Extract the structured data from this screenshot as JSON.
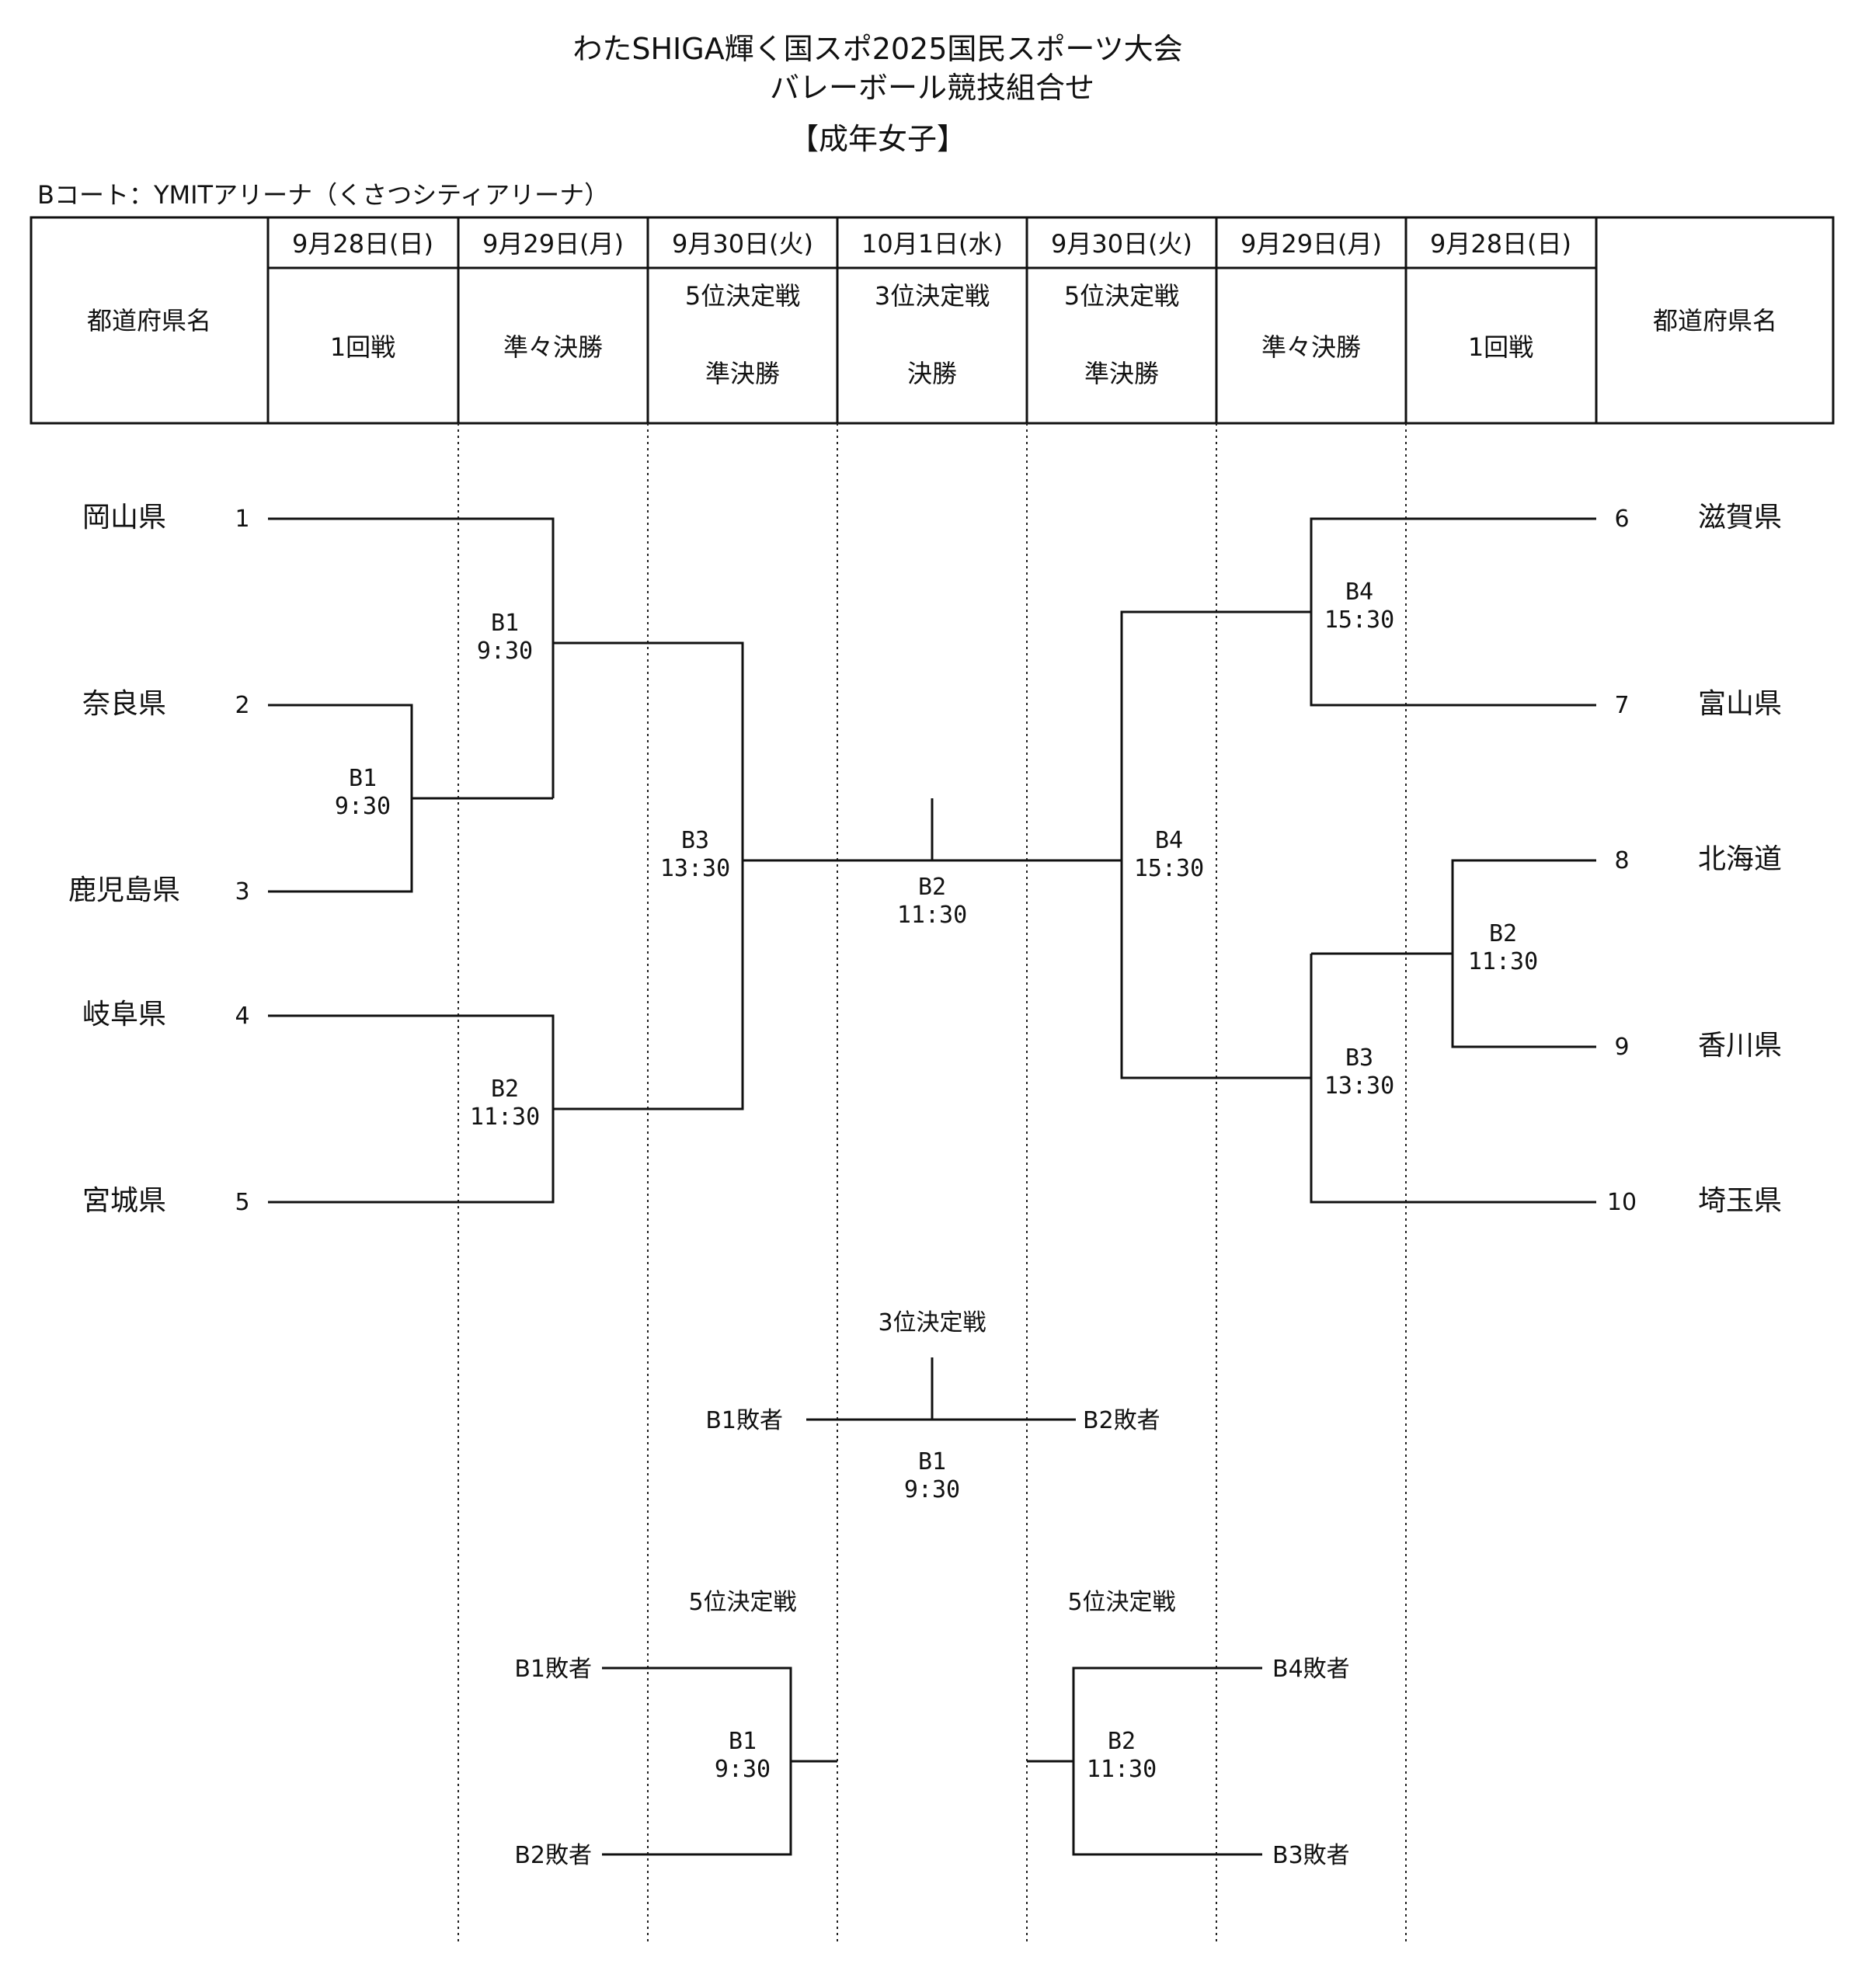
{
  "title": {
    "line1": "わたSHIGA輝く国スポ2025国民スポーツ大会",
    "line2": "バレーボール競技組合せ",
    "category": "【成年女子】",
    "court": "Bコート：YMITアリーナ（くさつシティアリーナ）"
  },
  "header": {
    "pref_label": "都道府県名",
    "columns": [
      {
        "date": "9月28日(日)",
        "round": [
          "1回戦"
        ]
      },
      {
        "date": "9月29日(月)",
        "round": [
          "準々決勝"
        ]
      },
      {
        "date": "9月30日(火)",
        "round": [
          "5位決定戦",
          "準決勝"
        ]
      },
      {
        "date": "10月1日(水)",
        "round": [
          "3位決定戦",
          "決勝"
        ]
      },
      {
        "date": "9月30日(火)",
        "round": [
          "5位決定戦",
          "準決勝"
        ]
      },
      {
        "date": "9月29日(月)",
        "round": [
          "準々決勝"
        ]
      },
      {
        "date": "9月28日(日)",
        "round": [
          "1回戦"
        ]
      }
    ]
  },
  "teams_left": [
    {
      "name": "岡山県",
      "seed": "1"
    },
    {
      "name": "奈良県",
      "seed": "2"
    },
    {
      "name": "鹿児島県",
      "seed": "3"
    },
    {
      "name": "岐阜県",
      "seed": "4"
    },
    {
      "name": "宮城県",
      "seed": "5"
    }
  ],
  "teams_right": [
    {
      "name": "滋賀県",
      "seed": "6"
    },
    {
      "name": "富山県",
      "seed": "7"
    },
    {
      "name": "北海道",
      "seed": "8"
    },
    {
      "name": "香川県",
      "seed": "9"
    },
    {
      "name": "埼玉県",
      "seed": "10"
    }
  ],
  "matches": {
    "l_r1": {
      "court": "B1",
      "time": "9:30"
    },
    "l_qf1": {
      "court": "B1",
      "time": "9:30"
    },
    "l_qf2": {
      "court": "B2",
      "time": "11:30"
    },
    "l_sf": {
      "court": "B3",
      "time": "13:30"
    },
    "final": {
      "court": "B2",
      "time": "11:30"
    },
    "r_sf": {
      "court": "B4",
      "time": "15:30"
    },
    "r_qf1": {
      "court": "B4",
      "time": "15:30"
    },
    "r_qf2": {
      "court": "B3",
      "time": "13:30"
    },
    "r_r1": {
      "court": "B2",
      "time": "11:30"
    }
  },
  "third_place": {
    "label": "3位決定戦",
    "left": "B1敗者",
    "right": "B2敗者",
    "court": "B1",
    "time": "9:30"
  },
  "fifth_left": {
    "label": "5位決定戦",
    "top": "B1敗者",
    "bottom": "B2敗者",
    "court": "B1",
    "time": "9:30"
  },
  "fifth_right": {
    "label": "5位決定戦",
    "top": "B4敗者",
    "bottom": "B3敗者",
    "court": "B2",
    "time": "11:30"
  }
}
